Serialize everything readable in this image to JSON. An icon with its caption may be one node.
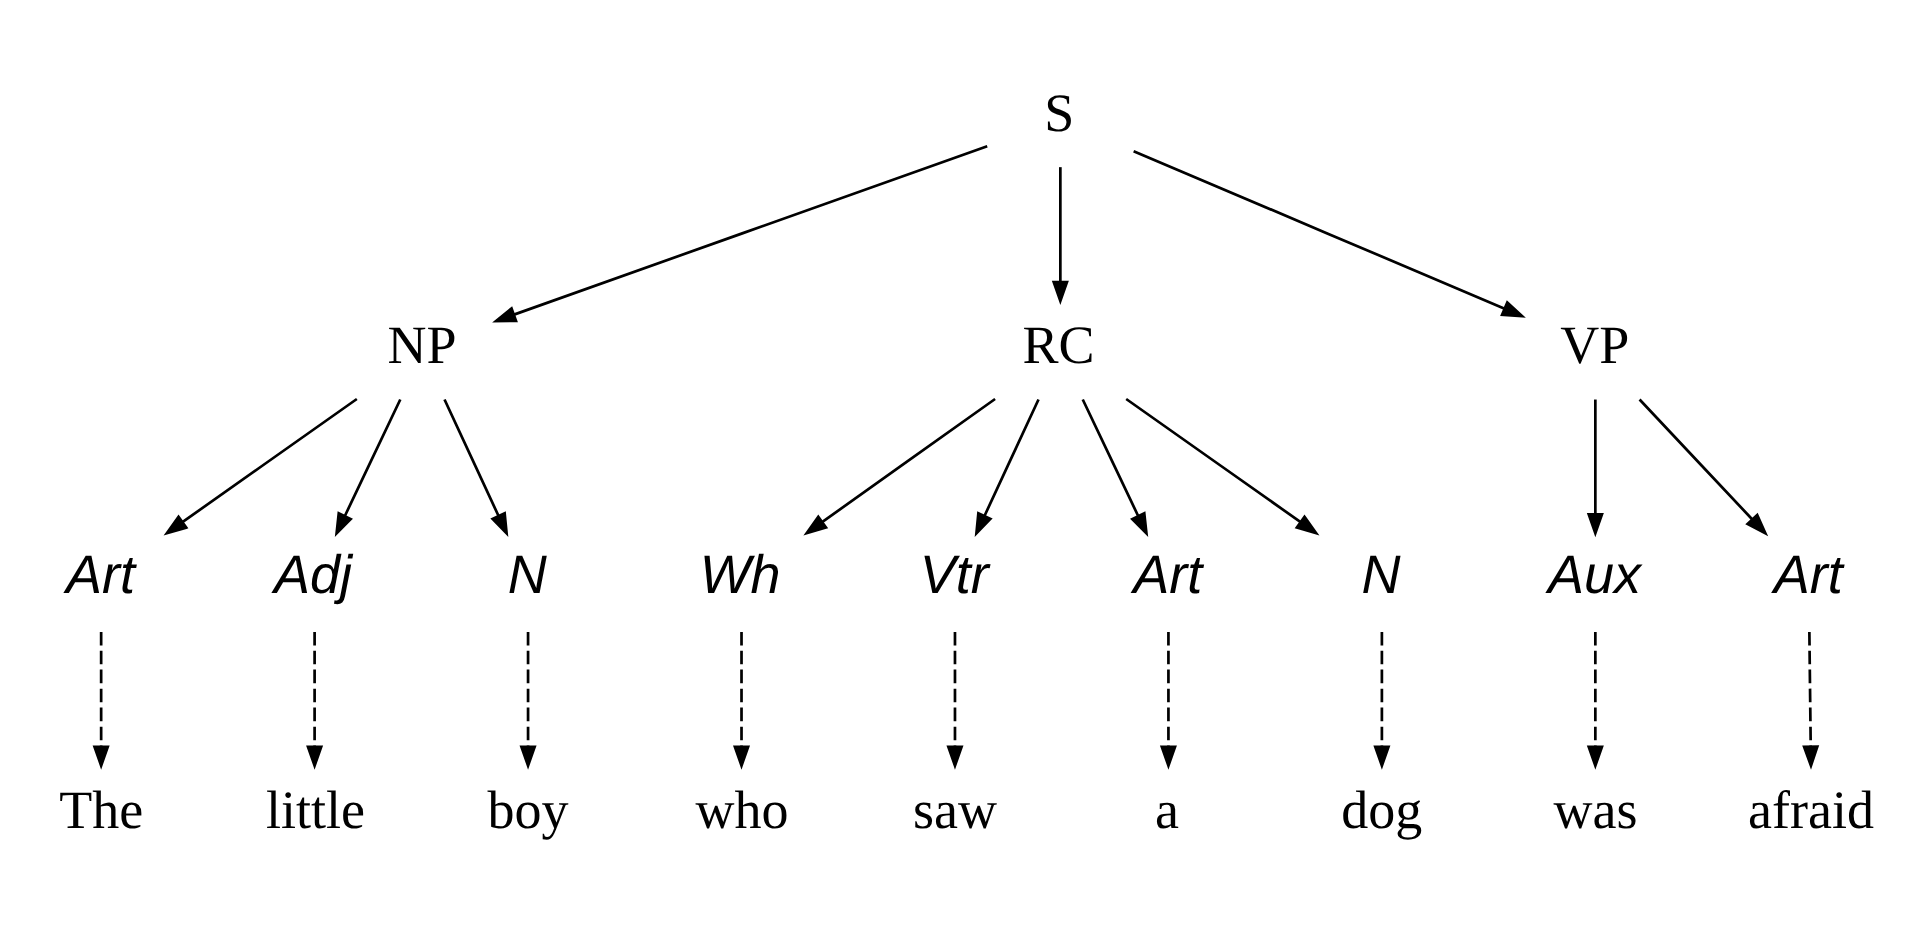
{
  "diagram": {
    "nodes": [
      {
        "text": [
          "S"
        ]
      },
      {
        "text": [
          "NP"
        ]
      },
      {
        "text": [
          "RC"
        ]
      },
      {
        "text": [
          "VP"
        ]
      },
      {
        "text": [
          "Art"
        ]
      },
      {
        "text": [
          "Adj"
        ]
      },
      {
        "text": [
          "N"
        ]
      },
      {
        "text": [
          "Wh"
        ]
      },
      {
        "text": [
          "Vtr"
        ]
      },
      {
        "text": [
          "Art"
        ]
      },
      {
        "text": [
          "N"
        ]
      },
      {
        "text": [
          "Aux"
        ]
      },
      {
        "text": [
          "Art"
        ]
      },
      {
        "text": [
          "The"
        ]
      },
      {
        "text": [
          "little"
        ]
      },
      {
        "text": [
          "boy"
        ]
      },
      {
        "text": [
          "who"
        ]
      },
      {
        "text": [
          "saw"
        ]
      },
      {
        "text": [
          "a"
        ]
      },
      {
        "text": [
          "dog"
        ]
      },
      {
        "text": [
          "was"
        ]
      },
      {
        "text": [
          "afraid"
        ]
      }
    ],
    "edges": [
      {
        "from": 0,
        "to": 1,
        "arrow": "to"
      },
      {
        "from": 0,
        "to": 2,
        "arrow": "to"
      },
      {
        "from": 0,
        "to": 3,
        "arrow": "to"
      },
      {
        "from": 1,
        "to": 4,
        "arrow": "to"
      },
      {
        "from": 1,
        "to": 5,
        "arrow": "to"
      },
      {
        "from": 1,
        "to": 6,
        "arrow": "to"
      },
      {
        "from": 2,
        "to": 7,
        "arrow": "to"
      },
      {
        "from": 2,
        "to": 8,
        "arrow": "to"
      },
      {
        "from": 2,
        "to": 9,
        "arrow": "to"
      },
      {
        "from": 2,
        "to": 10,
        "arrow": "to"
      },
      {
        "from": 3,
        "to": 11,
        "arrow": "to"
      },
      {
        "from": 3,
        "to": 12,
        "arrow": "to"
      },
      {
        "from": 4,
        "to": 13,
        "arrow": "to",
        "style": "dashed"
      },
      {
        "from": 5,
        "to": 14,
        "arrow": "to",
        "style": "dashed"
      },
      {
        "from": 6,
        "to": 15,
        "arrow": "to",
        "style": "dashed"
      },
      {
        "from": 7,
        "to": 16,
        "arrow": "to",
        "style": "dashed"
      },
      {
        "from": 8,
        "to": 17,
        "arrow": "to",
        "style": "dashed"
      },
      {
        "from": 9,
        "to": 18,
        "arrow": "to",
        "style": "dashed"
      },
      {
        "from": 10,
        "to": 19,
        "arrow": "to",
        "style": "dashed"
      },
      {
        "from": 11,
        "to": 20,
        "arrow": "to",
        "style": "dashed"
      },
      {
        "from": 12,
        "to": 21,
        "arrow": "to",
        "style": "dashed"
      }
    ]
  }
}
